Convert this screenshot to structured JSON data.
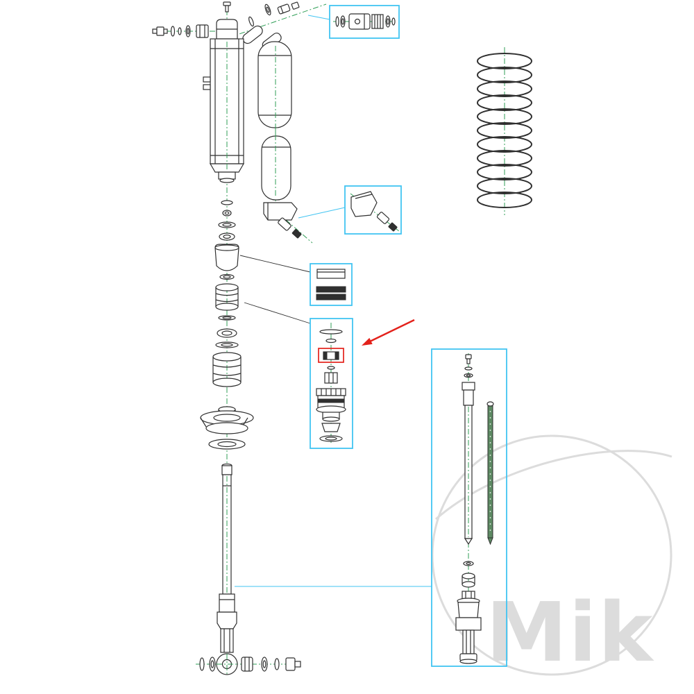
{
  "watermark": {
    "text": "Mik"
  },
  "colors": {
    "background": "#ffffff",
    "line": "#2f2f2f",
    "centerline_green": "#2f9e56",
    "callout_blue": "#41c4f2",
    "highlight_red": "#e3211b",
    "watermark_gray": "#dcdcdc",
    "rod_green": "#5d8a63"
  },
  "diagram": {
    "type": "exploded-parts-diagram",
    "subject": "rear shock absorber with piggyback reservoir, coil spring and detail callouts"
  }
}
